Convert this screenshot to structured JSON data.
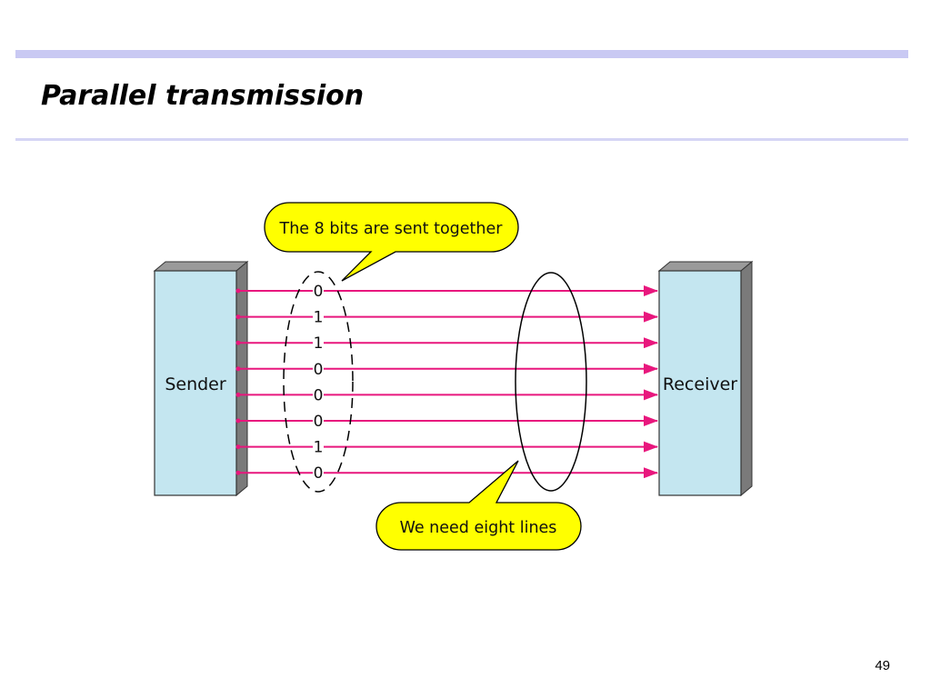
{
  "slide": {
    "title": "Parallel transmission",
    "page_number": "49"
  },
  "diagram": {
    "sender_label": "Sender",
    "receiver_label": "Receiver",
    "bits": [
      "0",
      "1",
      "1",
      "0",
      "0",
      "0",
      "1",
      "0"
    ],
    "callout_top": "The 8 bits are sent together",
    "callout_bottom": "We need eight lines",
    "colors": {
      "box_fill": "#c4e6f0",
      "box_side": "#7a7a7a",
      "box_top": "#9a9a9a",
      "line": "#e8177d",
      "callout_fill": "#ffff00"
    }
  }
}
